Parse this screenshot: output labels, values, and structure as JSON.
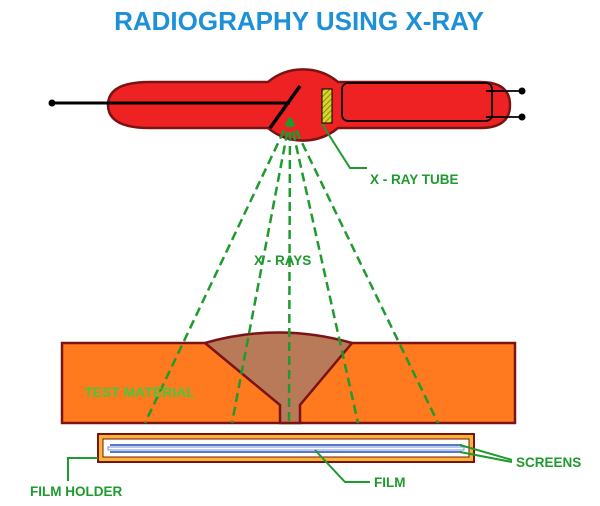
{
  "title": "RADIOGRAPHY USING X-RAY",
  "labels": {
    "xray_tube": "X - RAY TUBE",
    "xrays": "X - RAYS",
    "test_material": "TEST MATERIAL",
    "screens": "SCREENS",
    "film": "FILM",
    "film_holder": "FILM HOLDER"
  },
  "colors": {
    "title": "#1e90d8",
    "tube_fill": "#ee2222",
    "outline": "#7a1414",
    "target": "#d6d62a",
    "beam": "#1f9a2e",
    "label_green": "#1f9a2e",
    "material": "#ff7a1e",
    "weld": "#b97a5a",
    "holder_fill": "#f7b531",
    "holder_inner": "#ffffff",
    "film_blue": "#5a78c8",
    "test_material_text": "#45c93a"
  }
}
